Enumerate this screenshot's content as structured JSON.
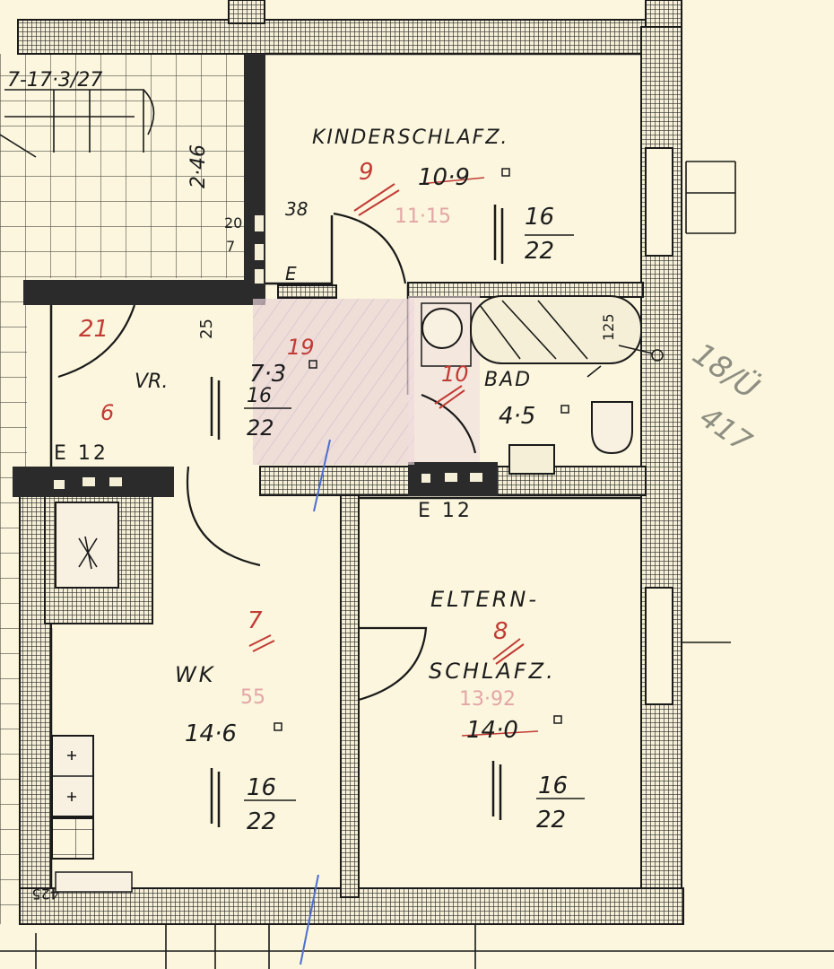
{
  "rooms": {
    "kinderschlafz": {
      "name": "KINDERSCHLAFZ.",
      "area": "10·9",
      "area_pencil": "11·15",
      "number": "9",
      "height_top": "16",
      "height_bottom": "22"
    },
    "vr": {
      "name": "VR.",
      "area": "7·3",
      "number": "6",
      "number_alt": "19",
      "door_number": "21",
      "height_top": "16",
      "height_bottom": "22"
    },
    "bad": {
      "name": "BAD",
      "area": "4·5",
      "number": "10",
      "height_top": "",
      "height_bottom": ""
    },
    "wk": {
      "name": "WK",
      "area": "14·6",
      "area_pencil": "55",
      "number": "7",
      "height_top": "16",
      "height_bottom": "22"
    },
    "elternschlafz": {
      "name_line1": "ELTERN-",
      "name_line2": "SCHLAFZ.",
      "area": "14·0",
      "area_pencil": "13·92",
      "number": "8",
      "height_top": "16",
      "height_bottom": "22"
    }
  },
  "labels": {
    "stair_top": "7-17·3/27",
    "stair_width": "2·46",
    "dim_38": "38",
    "dim_25": "25",
    "dim_20": "20",
    "dim_7": "7",
    "e_label": "E",
    "e12_left": "E 12",
    "e12_right": "E 12",
    "tub_size": "125",
    "sink_note": "425",
    "annotation_line1": "18/Ü",
    "annotation_line2": "417"
  },
  "colors": {
    "paper": "#fbf6dd",
    "ink": "#1c1c1c",
    "red_pencil": "#c23b35",
    "pink_pencil": "#e3a6a6",
    "hall_tint": "#e8c6cf",
    "blue_pencil": "#4d6fd1",
    "gray_annotation": "#8e8e82"
  },
  "icons": [
    "stair-icon",
    "chimney-icon",
    "toilet-icon",
    "sink-icon",
    "bathtub-icon",
    "stove-icon",
    "window-icon"
  ]
}
